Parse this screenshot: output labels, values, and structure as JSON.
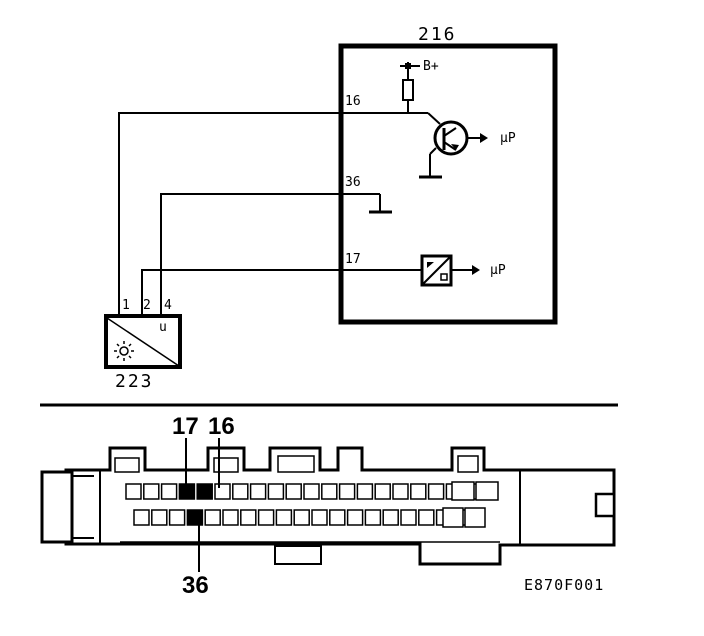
{
  "diagram": {
    "ecu_label": "216",
    "sensor_label": "223",
    "ecu_pins": {
      "pin16": "16",
      "pin36": "36",
      "pin17": "17"
    },
    "ecu_text": {
      "supply": "B+",
      "up_transistor": "μP",
      "up_converter": "μP"
    },
    "sensor_pins": {
      "pin1": "1",
      "pin2": "2",
      "pin4": "4",
      "u": "u"
    },
    "connector_labels": {
      "pin17": "17",
      "pin16": "16",
      "pin36": "36"
    },
    "figure_code": "E870F001"
  }
}
